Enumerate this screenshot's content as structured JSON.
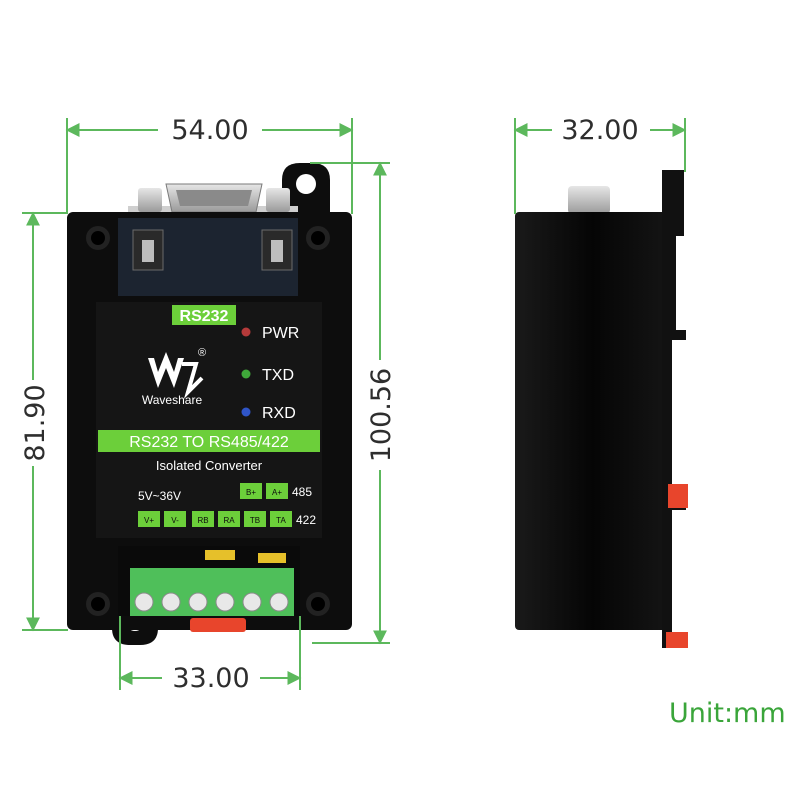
{
  "dimensions": {
    "front_width": "54.00",
    "front_body_height": "81.90",
    "front_total_height": "100.56",
    "terminal_width": "33.00",
    "side_depth": "32.00",
    "unit_label": "Unit:mm"
  },
  "panel": {
    "interface_badge": "RS232",
    "brand_name": "Waveshare",
    "brand_mark": "®",
    "indicators": [
      {
        "label": "PWR",
        "color": "#b53a3a"
      },
      {
        "label": "TXD",
        "color": "#3fa83a"
      },
      {
        "label": "RXD",
        "color": "#2f55c8"
      }
    ],
    "title": "RS232 TO RS485/422",
    "subtitle": "Isolated Converter",
    "power_range": "5V~36V",
    "pins_485": [
      "B+",
      "A+"
    ],
    "label_485": "485",
    "pins_power": [
      "V+",
      "V-"
    ],
    "pins_422": [
      "RB",
      "RA",
      "TB",
      "TA"
    ],
    "label_422": "422"
  },
  "colors": {
    "dimension_line": "#5cb85c",
    "accent_green": "#6ccf3a",
    "body": "#0d0d0d",
    "panel": "#151515",
    "terminal_block": "#4fbf5a",
    "release_tab": "#e8452c"
  }
}
